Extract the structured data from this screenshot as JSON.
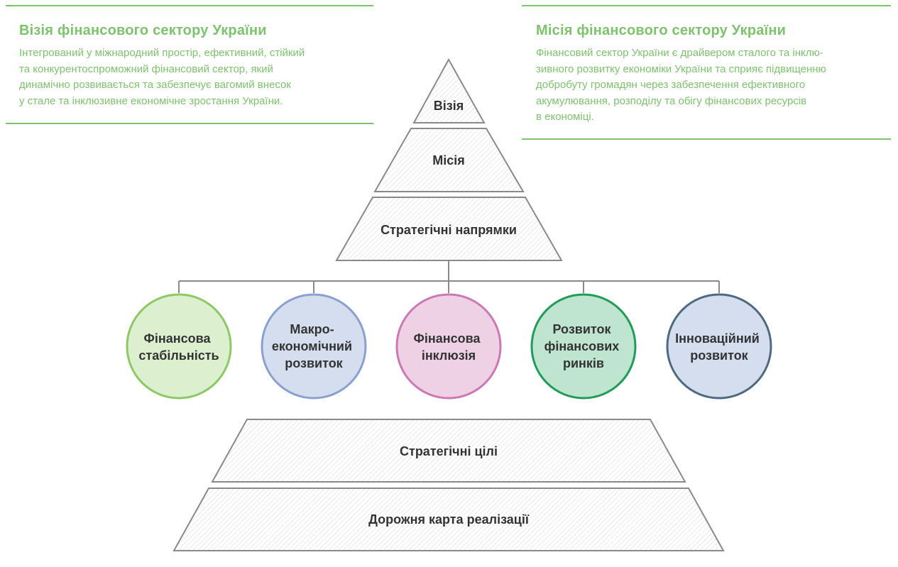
{
  "vision": {
    "title": "Візія фінансового сектору України",
    "lines": [
      "Інтегрований у міжнародний простір, ефективний, стійкий",
      "та конкурентоспроможний фінансовий сектор, який",
      "динамічно розвивається та забезпечує вагомий внесок",
      "у стале та інклюзивне економічне зростання України."
    ]
  },
  "mission": {
    "title": "Місія фінансового сектору України",
    "lines": [
      "Фінансовий сектор України є драйвером сталого та інклю-",
      "зивного розвитку економіки України та сприяє підвищенню",
      "добробуту громадян через забезпечення ефективного",
      "акумулювання, розподілу та обігу фінансових ресурсів",
      "в економіці."
    ]
  },
  "pyramid": {
    "vision_label": "Візія",
    "mission_label": "Місія",
    "directions_label": "Стратегічні напрямки",
    "goals_label": "Стратегічні цілі",
    "roadmap_label": "Дорожня карта реалізації"
  },
  "directions": [
    {
      "lines": [
        "Фінансова",
        "стабільність"
      ],
      "stroke": "#8cc864",
      "fill": "#dcefcf"
    },
    {
      "lines": [
        "Макро-",
        "економічний",
        "розвиток"
      ],
      "stroke": "#8aa0d0",
      "fill": "#d5deef"
    },
    {
      "lines": [
        "Фінансова",
        "інклюзія"
      ],
      "stroke": "#cc78b4",
      "fill": "#efd1e6"
    },
    {
      "lines": [
        "Розвиток",
        "фінансових",
        "ринків"
      ],
      "stroke": "#1f9c58",
      "fill": "#bfe4cf"
    },
    {
      "lines": [
        "Інноваційний",
        "розвиток"
      ],
      "stroke": "#4e6a80",
      "fill": "#d5deef"
    }
  ],
  "colors": {
    "accent_green": "#7dc36b",
    "outline": "#8a8a8a",
    "text": "#333333"
  }
}
